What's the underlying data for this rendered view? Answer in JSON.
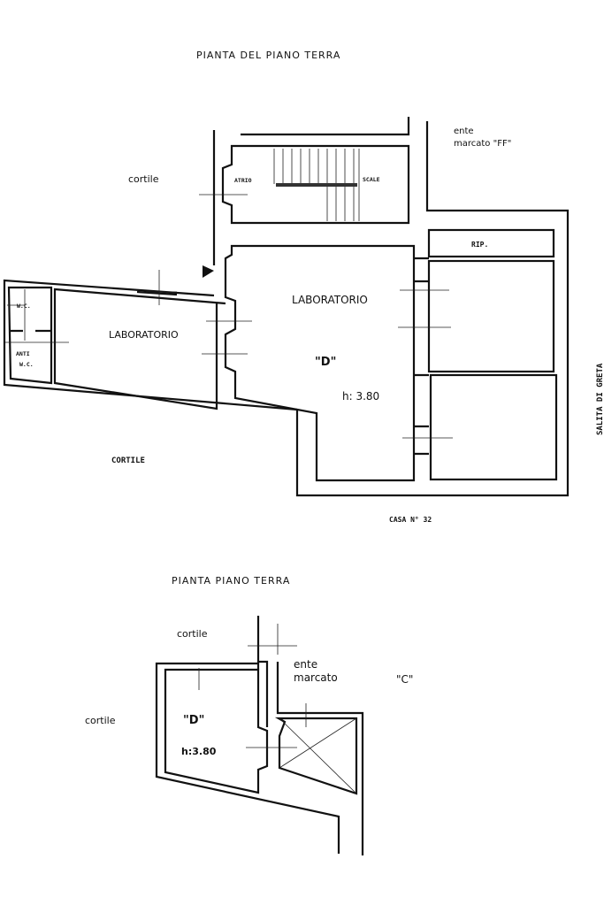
{
  "upper_plan": {
    "title": "PIANTA   DEL PIANO TERRA",
    "labels": {
      "cortile_top": "cortile",
      "atrio": "ATRIO",
      "scale": "SCALE",
      "ente_1": "ente",
      "ente_2": "marcato \"FF\"",
      "rip": "RIP.",
      "laboratorio_main": "LABORATORIO",
      "unit": "\"D\"",
      "height": "h: 3.80",
      "wc": "W.C.",
      "anti_1": "ANTI",
      "anti_2": "W.C.",
      "laboratorio_left": "LABORATORIO",
      "cortile_bottom": "CORTILE",
      "casa": "CASA  N° 32",
      "street": "SALITA  DI  GRETA"
    }
  },
  "lower_plan": {
    "title": "PIANTA   PIANO TERRA",
    "labels": {
      "cortile_top": "cortile",
      "cortile_left": "cortile",
      "ente_1": "ente",
      "ente_2": "marcato",
      "c_unit": "\"C\"",
      "unit": "\"D\"",
      "height": "h:3.80"
    }
  }
}
